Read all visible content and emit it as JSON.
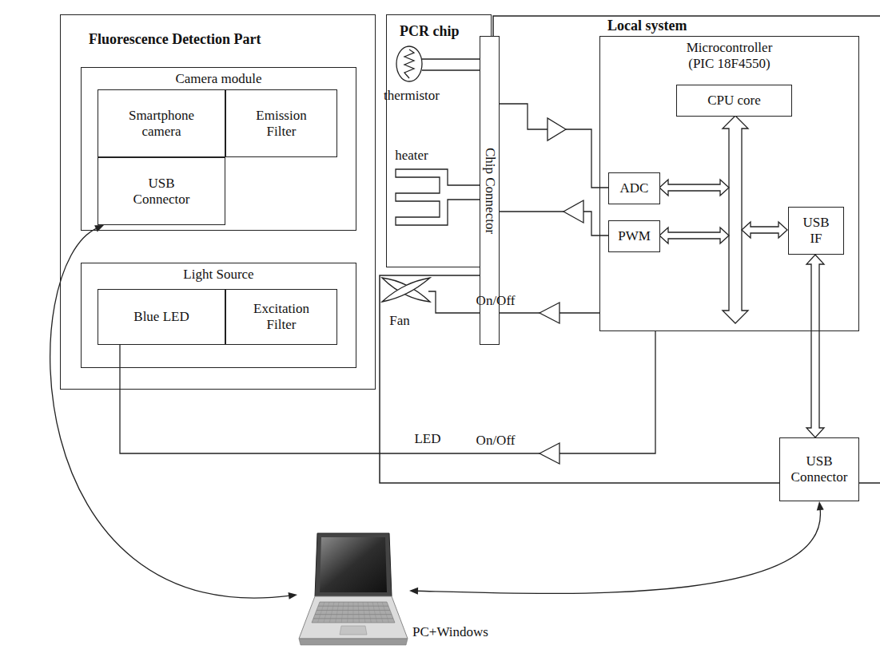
{
  "diagram": {
    "nodes": [
      {
        "text": [
          "Fluorescence Detection Part"
        ]
      },
      {
        "text": [
          "Camera module"
        ],
        "in": 0
      },
      {
        "text": [
          "Smartphone camera"
        ],
        "in": 1
      },
      {
        "text": [
          "Emission Filter"
        ],
        "in": 1
      },
      {
        "text": [
          "USB Connector"
        ],
        "in": 1
      },
      {
        "text": [
          "Light Source"
        ],
        "in": 0
      },
      {
        "text": [
          "Blue LED"
        ],
        "in": 5
      },
      {
        "text": [
          "Excitation Filter"
        ],
        "in": 5
      },
      {
        "text": [
          "PCR chip"
        ]
      },
      {
        "text": [
          "Chip Connector"
        ]
      },
      {
        "text": [
          "Local system"
        ]
      },
      {
        "text": [
          "Microcontroller (PIC 18F4550)"
        ],
        "in": 10
      },
      {
        "text": [
          "CPU core"
        ],
        "in": 11
      },
      {
        "text": [
          "ADC"
        ],
        "in": 11
      },
      {
        "text": [
          "PWM"
        ],
        "in": 11
      },
      {
        "text": [
          "USB IF"
        ],
        "in": 11
      },
      {
        "text": [
          "USB Connector"
        ],
        "in": 10
      },
      {
        "text": [
          "PC+Windows"
        ]
      }
    ],
    "edges": [
      {
        "from": 9,
        "to": 13,
        "arrow": "none"
      },
      {
        "from": 9,
        "to": 14,
        "arrow": "none"
      },
      {
        "from": 15,
        "to": 16,
        "arrow": "both"
      },
      {
        "from": 11,
        "to": 6,
        "label": "On/Off",
        "arrow": "none"
      },
      {
        "from": 4,
        "to": 17,
        "arrow": "both"
      },
      {
        "from": 16,
        "to": 17,
        "arrow": "both"
      }
    ],
    "labels": [
      "thermistor",
      "heater",
      "Fan",
      "On/Off",
      "LED"
    ]
  }
}
